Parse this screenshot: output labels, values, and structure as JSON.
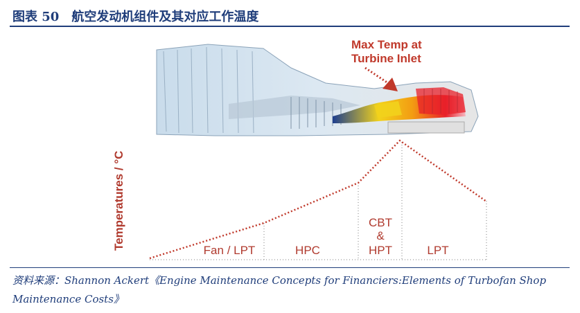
{
  "figure": {
    "title": "图表 50　航空发动机组件及其对应工作温度",
    "source_text": "资料来源：Shannon Ackert《Engine Maintenance Concepts for Financiers:Elements of Turbofan Shop Maintenance Costs》"
  },
  "diagram": {
    "annotation": [
      "Max Temp at",
      "Turbine Inlet"
    ],
    "y_axis_label": "Temperatures / °C",
    "sections": [
      {
        "id": "fan-lpt",
        "label": "Fan / LPT"
      },
      {
        "id": "hpc",
        "label": "HPC"
      },
      {
        "id": "cbt-hpt",
        "label_lines": [
          "CBT",
          "&",
          "HPT"
        ]
      },
      {
        "id": "lpt",
        "label": "LPT"
      }
    ],
    "colors": {
      "curve": "#c0392b",
      "section_label": "#b03a2e",
      "axis_label": "#b03a2e",
      "annotation": "#c0392b",
      "title": "#1f3d7a",
      "engine_casing": "#cfe0ee",
      "hot_zone": "#e8202a",
      "combustor": "#f2d21c",
      "compressor_flow": "#1d3f8f"
    }
  }
}
